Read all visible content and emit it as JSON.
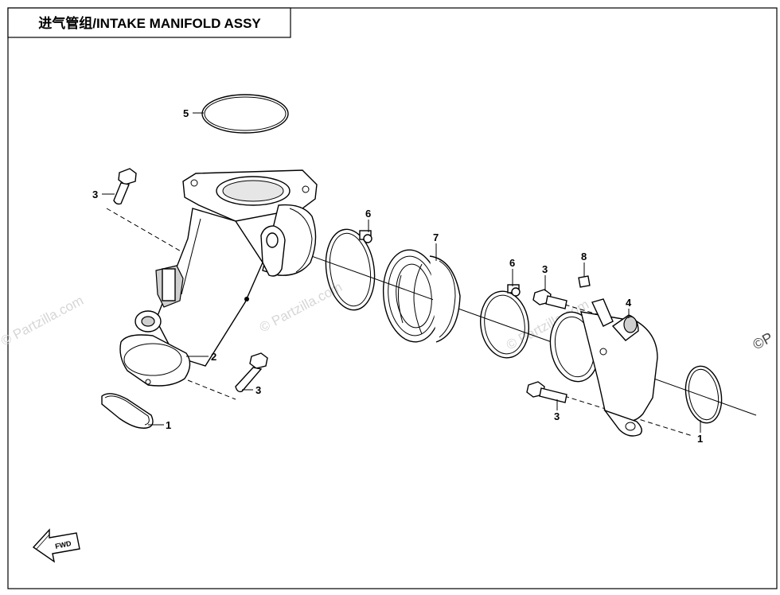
{
  "title": "进气管组/INTAKE MANIFOLD ASSY",
  "watermark": "© Partzilla.com",
  "edge_watermark": "©P",
  "fwd_label": "FWD",
  "callouts": {
    "c5": "5",
    "c3_top": "3",
    "c2": "2",
    "c1_left": "1",
    "c3_mid": "3",
    "c6_left": "6",
    "c7": "7",
    "c6_right": "6",
    "c3_right_top": "3",
    "c8": "8",
    "c4": "4",
    "c3_right_bottom": "3",
    "c1_right": "1"
  }
}
